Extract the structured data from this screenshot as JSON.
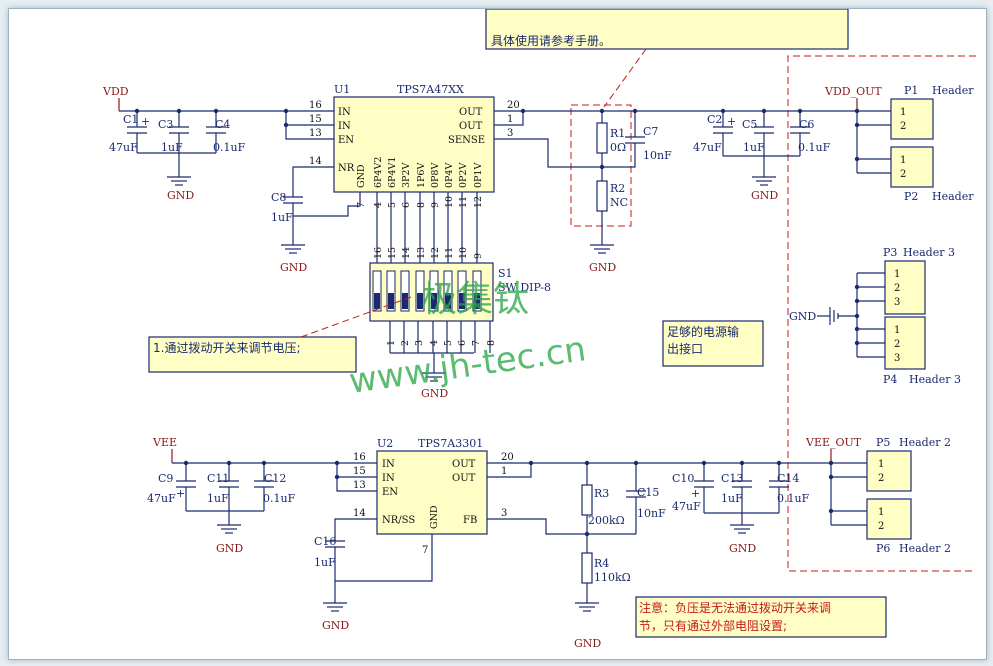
{
  "top_note": "具体使用请参考手册。",
  "ic1": {
    "ref": "U1",
    "part": "TPS7A47XX",
    "left_pins": [
      "IN",
      "IN",
      "EN",
      "NR"
    ],
    "left_nums": [
      "16",
      "15",
      "13",
      "14"
    ],
    "right_pins": [
      "OUT",
      "OUT",
      "SENSE"
    ],
    "right_nums": [
      "20",
      "1",
      "3"
    ],
    "bottom_pins": [
      "GND",
      "6P4V2",
      "6P4V1",
      "3P2V",
      "1P6V",
      "0P8V",
      "0P4V",
      "0P2V",
      "0P1V"
    ],
    "bottom_nums": [
      "7",
      "4",
      "5",
      "6",
      "8",
      "9",
      "10",
      "11",
      "12"
    ]
  },
  "ic2": {
    "ref": "U2",
    "part": "TPS7A3301",
    "left_pins": [
      "IN",
      "IN",
      "EN",
      "NR/SS"
    ],
    "left_nums": [
      "16",
      "15",
      "13",
      "14"
    ],
    "right_pins": [
      "OUT",
      "OUT",
      "FB"
    ],
    "right_nums": [
      "20",
      "1",
      "3"
    ],
    "gnd_pin": "GND",
    "gnd_num": "7"
  },
  "nets": {
    "vdd": "VDD",
    "vee": "VEE",
    "vdd_out": "VDD_OUT",
    "vee_out": "VEE_OUT",
    "gnd": "GND"
  },
  "caps_top": [
    {
      "ref": "C1",
      "val": "47uF"
    },
    {
      "ref": "C3",
      "val": "1uF"
    },
    {
      "ref": "C4",
      "val": "0.1uF"
    },
    {
      "ref": "C8",
      "val": "1uF"
    },
    {
      "ref": "C7",
      "val": "10nF"
    },
    {
      "ref": "C2",
      "val": "47uF"
    },
    {
      "ref": "C5",
      "val": "1uF"
    },
    {
      "ref": "C6",
      "val": "0.1uF"
    }
  ],
  "caps_bot": [
    {
      "ref": "C9",
      "val": "47uF"
    },
    {
      "ref": "C11",
      "val": "1uF"
    },
    {
      "ref": "C12",
      "val": "0.1uF"
    },
    {
      "ref": "C16",
      "val": "1uF"
    },
    {
      "ref": "C15",
      "val": "10nF"
    },
    {
      "ref": "C10",
      "val": "47uF"
    },
    {
      "ref": "C13",
      "val": "1uF"
    },
    {
      "ref": "C14",
      "val": "0.1uF"
    }
  ],
  "resistors": [
    {
      "ref": "R1",
      "val": "0Ω"
    },
    {
      "ref": "R2",
      "val": "NC"
    },
    {
      "ref": "R3",
      "val": "200kΩ"
    },
    {
      "ref": "R4",
      "val": "110kΩ"
    }
  ],
  "switch": {
    "ref": "S1",
    "part": "SW DIP-8",
    "top_nums": [
      "16",
      "15",
      "14",
      "13",
      "12",
      "11",
      "10",
      "9"
    ],
    "bottom_nums": [
      "1",
      "2",
      "3",
      "4",
      "5",
      "6",
      "7",
      "8"
    ]
  },
  "headers": [
    {
      "ref": "P1",
      "part": "Header",
      "pins": [
        "1",
        "2"
      ]
    },
    {
      "ref": "P2",
      "part": "Header",
      "pins": [
        "1",
        "2"
      ]
    },
    {
      "ref": "P3",
      "part": "Header 3",
      "pins": [
        "1",
        "2",
        "3"
      ]
    },
    {
      "ref": "P4",
      "part": "Header 3",
      "pins": [
        "1",
        "2",
        "3"
      ]
    },
    {
      "ref": "P5",
      "part": "Header 2",
      "pins": [
        "1",
        "2"
      ]
    },
    {
      "ref": "P6",
      "part": "Header 2",
      "pins": [
        "1",
        "2"
      ]
    }
  ],
  "notes": {
    "dip": "1.通过拨动开关来调节电压;",
    "out_line1": "足够的电源输",
    "out_line2": "出接口",
    "neg_line1": "注意：负压是无法通过拨动开关来调",
    "neg_line2": "节，只有通过外部电阻设置;"
  },
  "watermark": {
    "line1": "极集钛",
    "line2": "www.jh-tec.cn"
  }
}
